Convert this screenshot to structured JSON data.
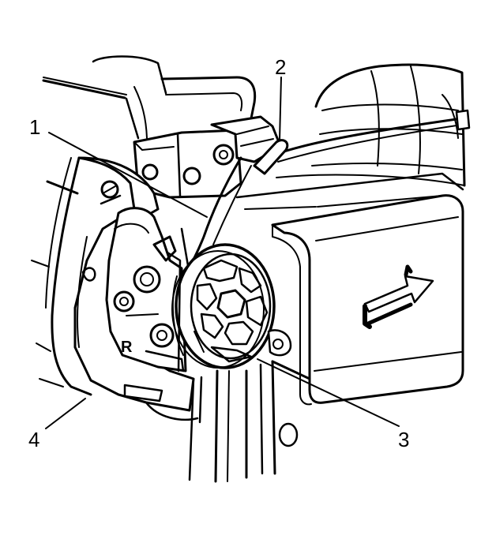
{
  "diagram": {
    "callouts": [
      {
        "id": "callout-1",
        "label": "1"
      },
      {
        "id": "callout-2",
        "label": "2"
      },
      {
        "id": "callout-3",
        "label": "3"
      },
      {
        "id": "callout-4",
        "label": "4"
      }
    ],
    "latch_letter": "R",
    "colors": {
      "line": "#000000",
      "background": "#ffffff"
    }
  }
}
